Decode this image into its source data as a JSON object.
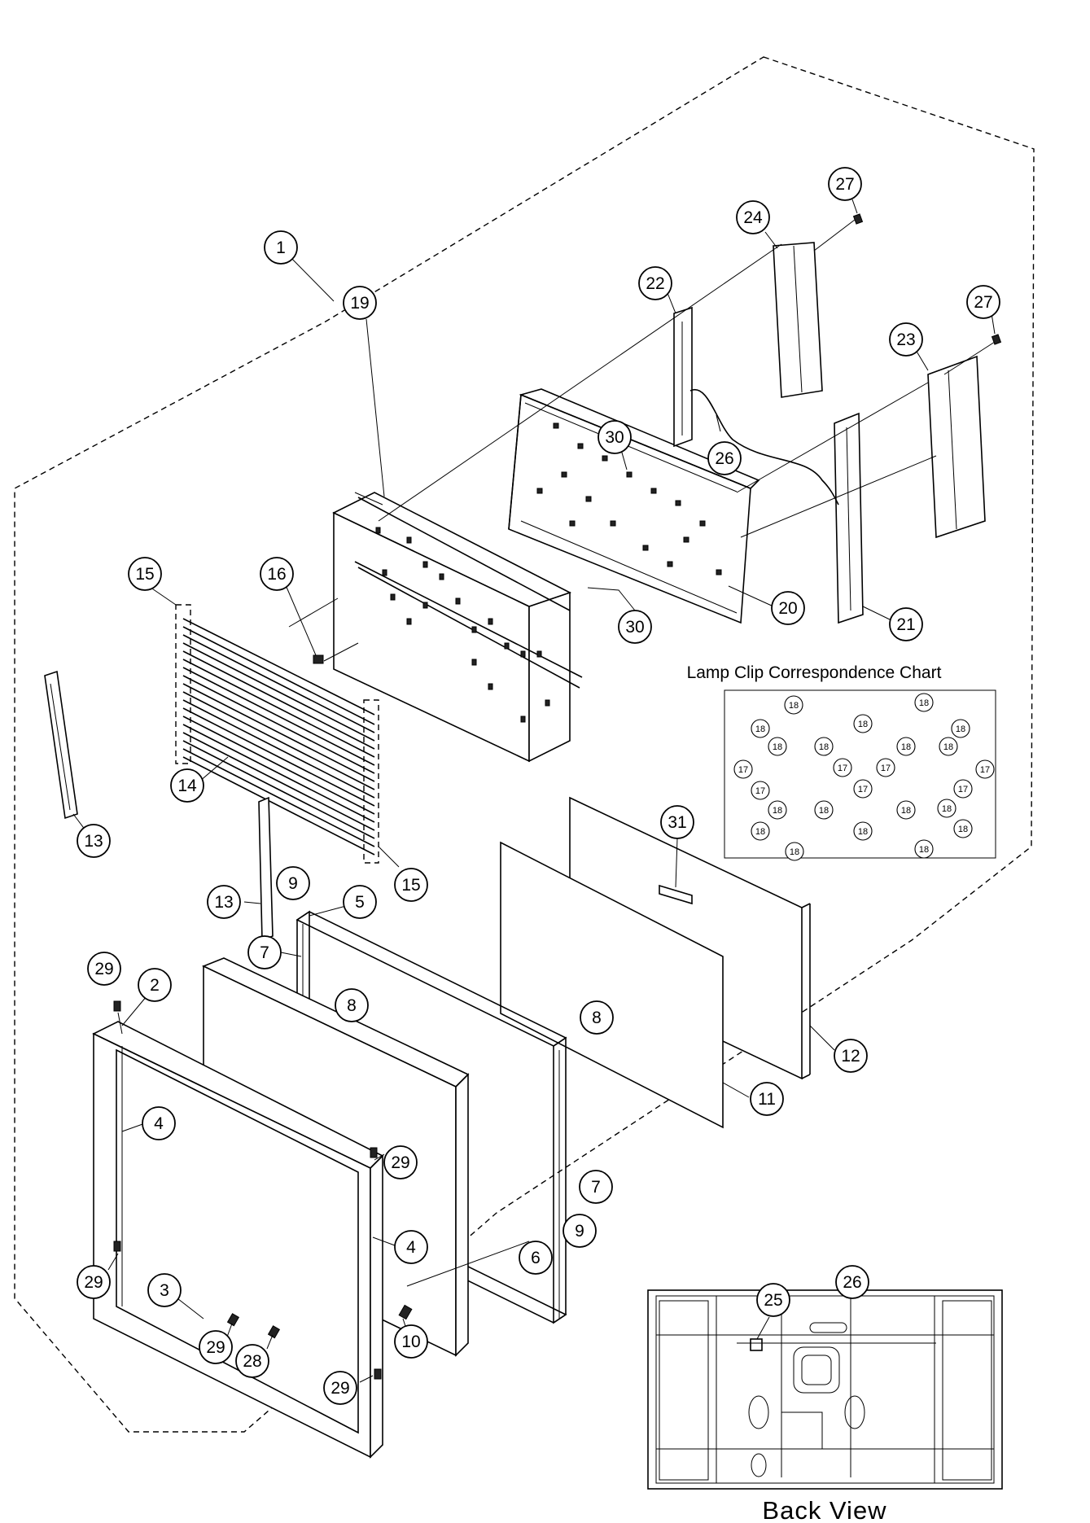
{
  "callouts": [
    {
      "label": "1"
    },
    {
      "label": "2"
    },
    {
      "label": "3"
    },
    {
      "label": "4"
    },
    {
      "label": "4"
    },
    {
      "label": "5"
    },
    {
      "label": "6"
    },
    {
      "label": "7"
    },
    {
      "label": "7"
    },
    {
      "label": "8"
    },
    {
      "label": "8"
    },
    {
      "label": "9"
    },
    {
      "label": "9"
    },
    {
      "label": "10"
    },
    {
      "label": "11"
    },
    {
      "label": "12"
    },
    {
      "label": "13"
    },
    {
      "label": "13"
    },
    {
      "label": "14"
    },
    {
      "label": "15"
    },
    {
      "label": "15"
    },
    {
      "label": "16"
    },
    {
      "label": "19"
    },
    {
      "label": "20"
    },
    {
      "label": "21"
    },
    {
      "label": "22"
    },
    {
      "label": "23"
    },
    {
      "label": "24"
    },
    {
      "label": "26"
    },
    {
      "label": "27"
    },
    {
      "label": "27"
    },
    {
      "label": "28"
    },
    {
      "label": "29"
    },
    {
      "label": "29"
    },
    {
      "label": "29"
    },
    {
      "label": "29"
    },
    {
      "label": "29"
    },
    {
      "label": "30"
    },
    {
      "label": "30"
    },
    {
      "label": "31"
    }
  ],
  "lamp_clip_chart": {
    "title": "Lamp Clip Correspondence Chart",
    "clips": [
      {
        "label": "18"
      },
      {
        "label": "18"
      },
      {
        "label": "18"
      },
      {
        "label": "18"
      },
      {
        "label": "18"
      },
      {
        "label": "18"
      },
      {
        "label": "18"
      },
      {
        "label": "18"
      },
      {
        "label": "18"
      },
      {
        "label": "17"
      },
      {
        "label": "17"
      },
      {
        "label": "17"
      },
      {
        "label": "17"
      },
      {
        "label": "17"
      },
      {
        "label": "17"
      },
      {
        "label": "17"
      },
      {
        "label": "18"
      },
      {
        "label": "18"
      },
      {
        "label": "18"
      },
      {
        "label": "18"
      },
      {
        "label": "18"
      },
      {
        "label": "18"
      },
      {
        "label": "18"
      },
      {
        "label": "18"
      },
      {
        "label": "18"
      },
      {
        "label": "18"
      }
    ]
  },
  "back_view": {
    "caption": "Back View",
    "callouts": [
      {
        "label": "25"
      },
      {
        "label": "26"
      }
    ]
  }
}
